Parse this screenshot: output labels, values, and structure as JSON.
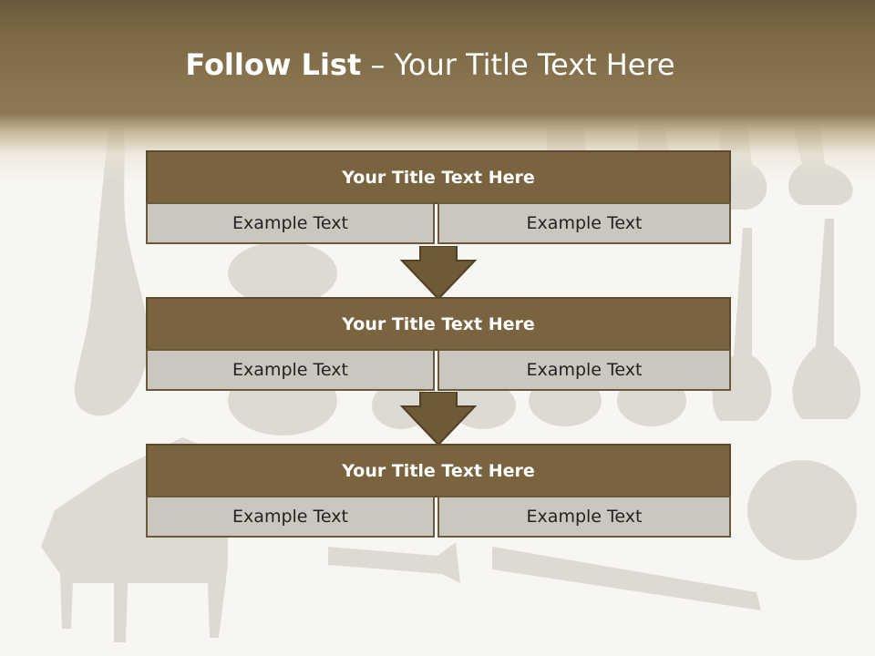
{
  "slide": {
    "title_bold": "Follow List",
    "title_rest": "– Your Title Text Here"
  },
  "blocks": [
    {
      "title": "Your Title Text Here",
      "left": "Example Text",
      "right": "Example Text"
    },
    {
      "title": "Your Title Text Here",
      "left": "Example Text",
      "right": "Example Text"
    },
    {
      "title": "Your Title Text Here",
      "left": "Example Text",
      "right": "Example Text"
    }
  ],
  "colors": {
    "header": "#7c6a45",
    "block_title_fill": "#7a643f",
    "cell_fill": "#cbc7bf",
    "arrow_fill": "#6f5a36"
  }
}
